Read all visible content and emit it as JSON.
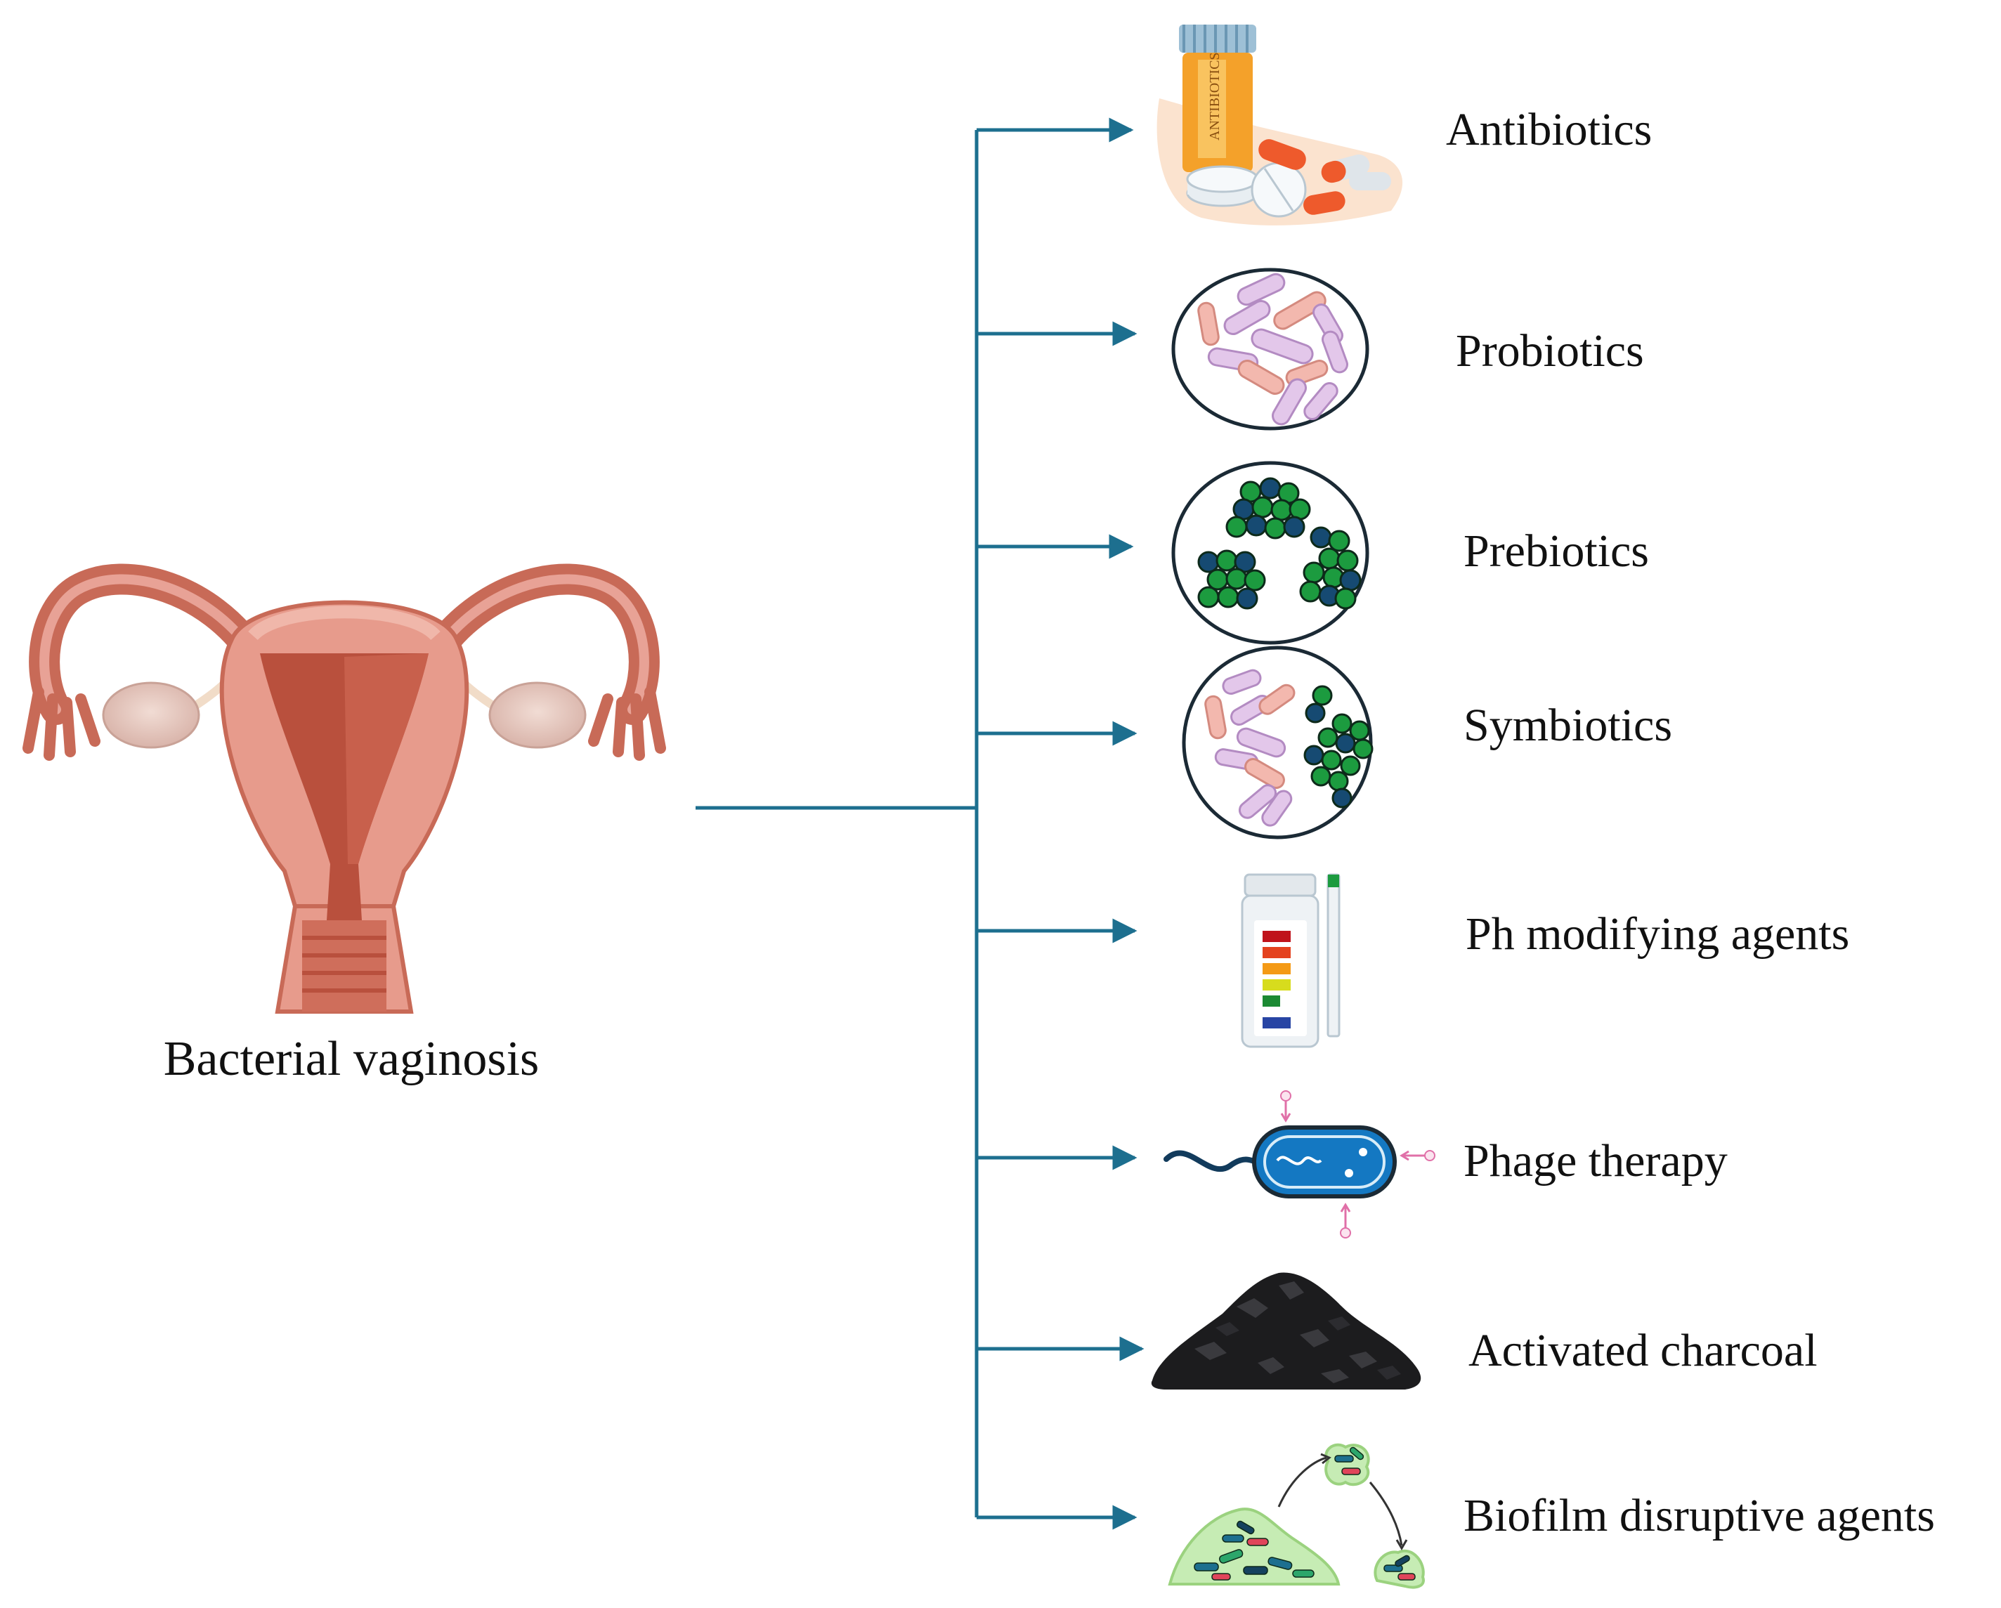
{
  "source_label": "Bacterial vaginosis",
  "colors": {
    "connector": "#1d6f8f",
    "text": "#111111"
  },
  "treatments": [
    {
      "label": "Antibiotics",
      "icon": "antibiotics-bottle-icon"
    },
    {
      "label": "Probiotics",
      "icon": "probiotics-bacteria-icon"
    },
    {
      "label": "Prebiotics",
      "icon": "prebiotics-cocci-icon"
    },
    {
      "label": "Symbiotics",
      "icon": "symbiotics-mixed-icon"
    },
    {
      "label": "Ph modifying agents",
      "icon": "ph-test-kit-icon"
    },
    {
      "label": "Phage therapy",
      "icon": "phage-bacterium-icon"
    },
    {
      "label": "Activated charcoal",
      "icon": "charcoal-pile-icon"
    },
    {
      "label": "Biofilm disruptive agents",
      "icon": "biofilm-dispersal-icon"
    }
  ]
}
